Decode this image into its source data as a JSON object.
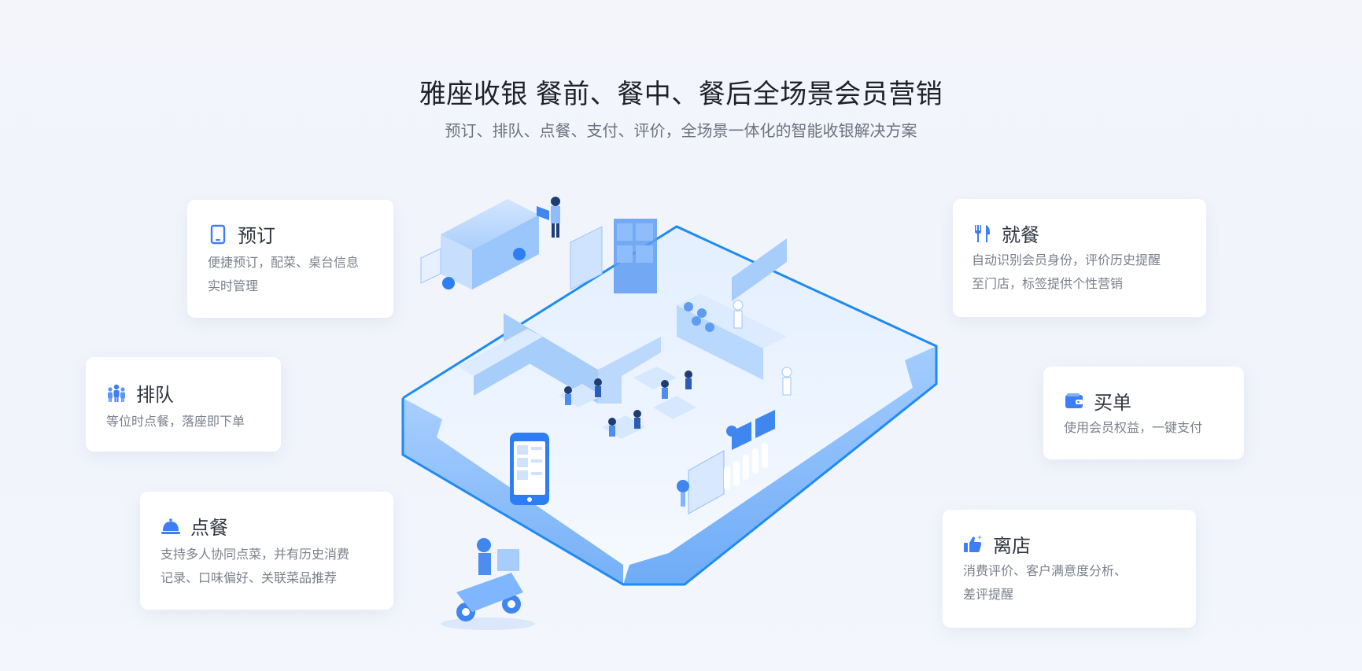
{
  "header": {
    "title": "雅座收银 餐前、餐中、餐后全场景会员营销",
    "subtitle": "预订、排队、点餐、支付、评价，全场景一体化的智能收银解决方案"
  },
  "cards": {
    "reserve": {
      "icon": "tablet-icon",
      "title": "预订",
      "desc_line1": "便捷预订，配菜、桌台信息",
      "desc_line2": "实时管理"
    },
    "queue": {
      "icon": "people-icon",
      "title": "排队",
      "desc_line1": "等位时点餐，落座即下单"
    },
    "order": {
      "icon": "cloche-icon",
      "title": "点餐",
      "desc_line1": "支持多人协同点菜，并有历史消费",
      "desc_line2": "记录、口味偏好、关联菜品推荐"
    },
    "dine": {
      "icon": "fork-knife-icon",
      "title": "就餐",
      "desc_line1": "自动识别会员身份，评价历史提醒",
      "desc_line2": "至门店，标签提供个性营销"
    },
    "pay": {
      "icon": "wallet-icon",
      "title": "买单",
      "desc_line1": "使用会员权益，一键支付"
    },
    "leave": {
      "icon": "thumbs-up-icon",
      "title": "离店",
      "desc_line1": "消费评价、客户满意度分析、",
      "desc_line2": "差评提醒"
    }
  },
  "colors": {
    "accent": "#3d7ef6",
    "scene_blue": "#7fb6ff",
    "scene_edge": "#1f8bf0"
  }
}
